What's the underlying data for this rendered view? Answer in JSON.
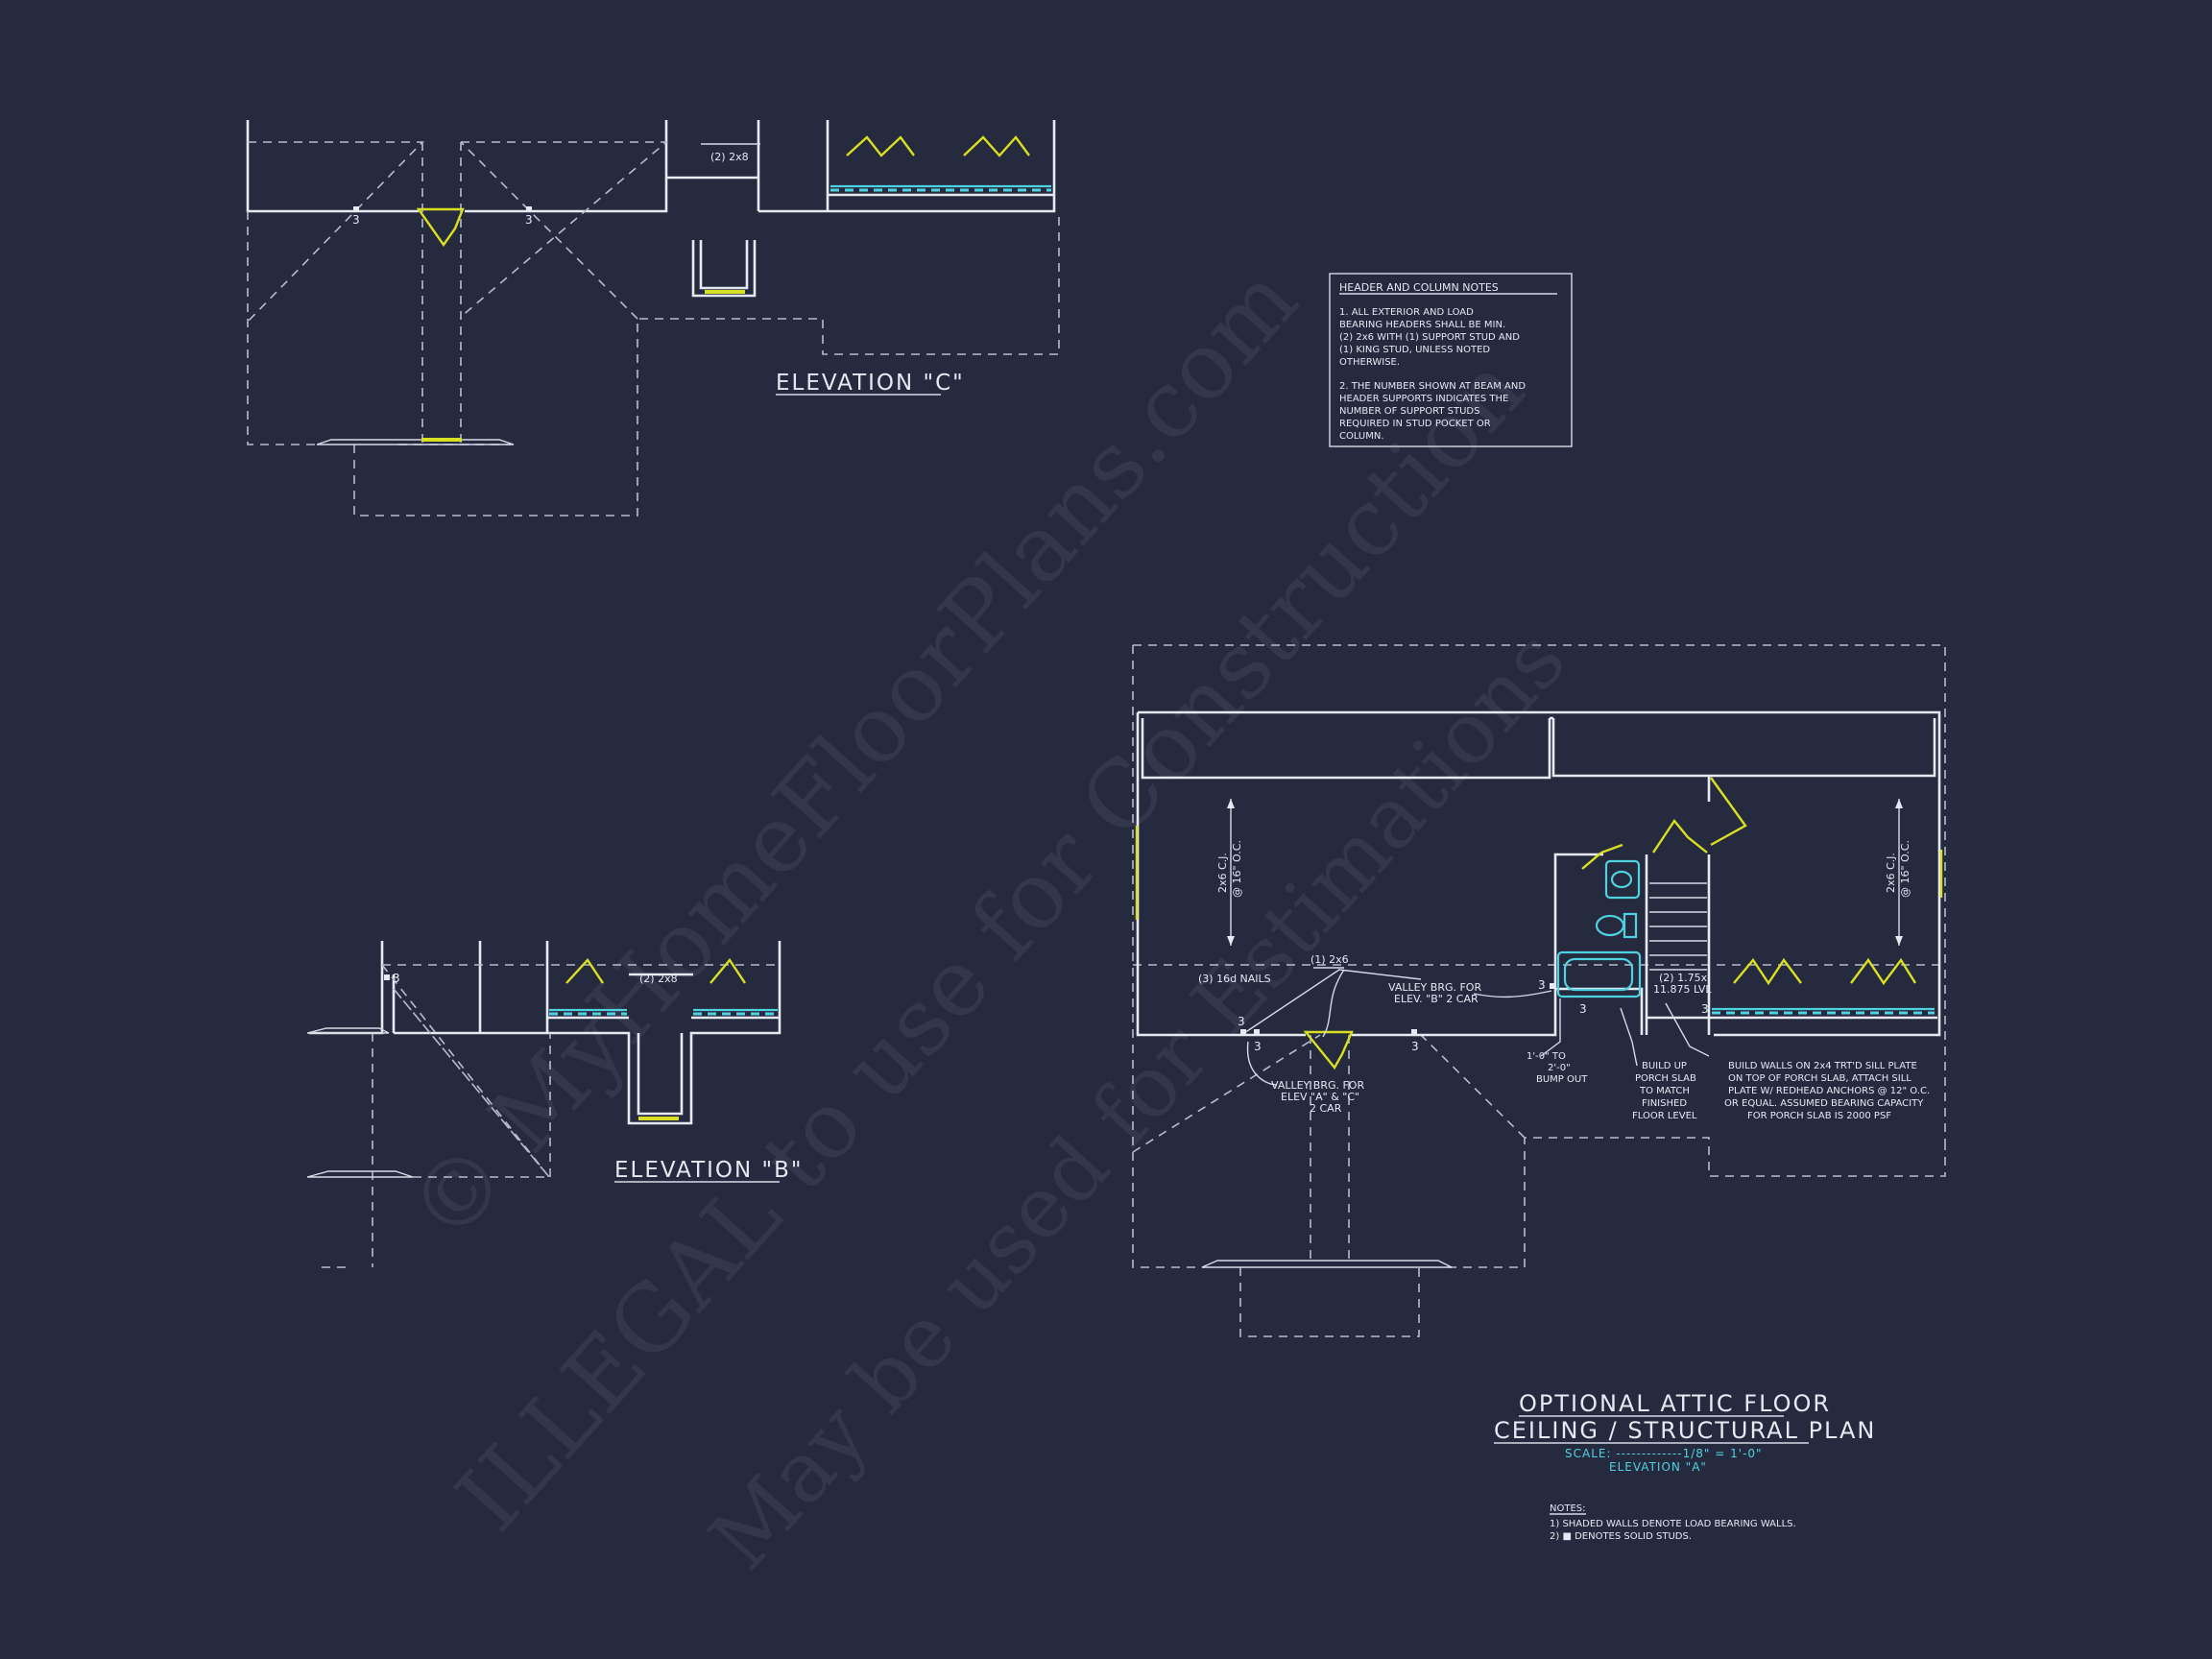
{
  "elevation_c": {
    "title": "ELEVATION \"C\"",
    "header_size": "(2) 2x8",
    "stud_left": "3",
    "stud_right": "3"
  },
  "elevation_b": {
    "title": "ELEVATION \"B\"",
    "header_size": "(2) 2x8",
    "stud_corner": "3"
  },
  "header_notes": {
    "heading": "HEADER AND COLUMN NOTES",
    "note1_lines": [
      "1. ALL EXTERIOR AND LOAD",
      "BEARING HEADERS SHALL BE MIN.",
      "(2) 2x6 WITH (1) SUPPORT STUD AND",
      "(1) KING STUD, UNLESS NOTED",
      "OTHERWISE."
    ],
    "note2_lines": [
      "2. THE NUMBER SHOWN AT BEAM AND",
      "HEADER SUPPORTS INDICATES THE",
      "NUMBER OF SUPPORT STUDS",
      "REQUIRED IN STUD POCKET OR",
      "COLUMN."
    ]
  },
  "attic_plan": {
    "cj_left": [
      "2x6 C.J.",
      "@ 16\" O.C."
    ],
    "cj_right": [
      "2x6 C.J.",
      "@ 16\" O.C."
    ],
    "nails": "(3) 16d NAILS",
    "header_top": "(1) 2x6",
    "valley_b": [
      "VALLEY BRG. FOR",
      "ELEV. \"B\" 2 CAR"
    ],
    "valley_ac": [
      "VALLEY BRG. FOR",
      "ELEV \"A\" & \"C\"",
      "2 CAR"
    ],
    "lvl": [
      "(2) 1.75x",
      "11.875 LVL"
    ],
    "bump_out": [
      "1'-0\" TO",
      "2'-0\"",
      "BUMP OUT"
    ],
    "porch_slab": [
      "BUILD UP",
      "PORCH SLAB",
      "TO MATCH",
      "FINISHED",
      "FLOOR LEVEL"
    ],
    "build_walls": [
      "BUILD WALLS ON 2x4 TRT'D SILL PLATE",
      "ON TOP OF PORCH SLAB, ATTACH SILL",
      "PLATE W/ REDHEAD ANCHORS @ 12\" O.C.",
      "OR EQUAL. ASSUMED BEARING CAPACITY",
      "FOR PORCH SLAB IS 2000 PSF"
    ],
    "stud_3": "3"
  },
  "plan_title": {
    "line1": "OPTIONAL ATTIC FLOOR",
    "line2": "CEILING / STRUCTURAL PLAN",
    "scale": "SCALE: -------------1/8\" = 1'-0\"",
    "elevation": "ELEVATION \"A\""
  },
  "notes": {
    "heading": "NOTES:",
    "lines": [
      "1) SHADED WALLS DENOTE LOAD BEARING WALLS.",
      "2) ■ DENOTES SOLID STUDS."
    ]
  },
  "watermark": {
    "line1": "© MyHomeFloorPlans.com",
    "line2": "ILLEGAL to use for Construction",
    "line3": "May be used for Estimations"
  },
  "colors": {
    "background": "#262a3f",
    "lines": "#e6e9f2",
    "load_bearing": "#d9e021",
    "fixtures": "#4fd1df"
  }
}
